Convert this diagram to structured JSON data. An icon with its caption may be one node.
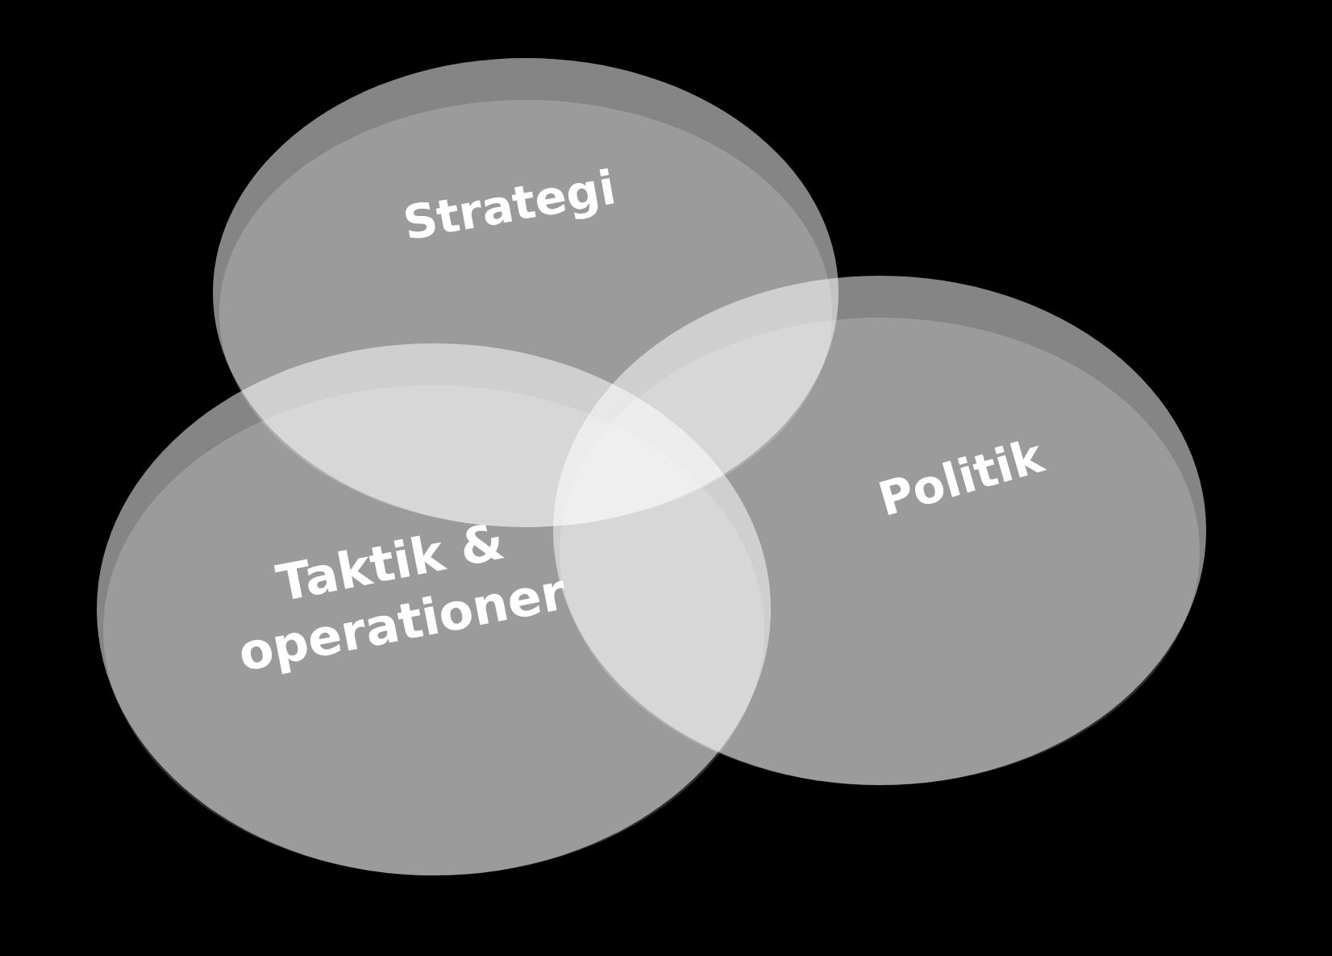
{
  "diagram": {
    "nodes": [
      {
        "text": [
          "Strategi"
        ]
      },
      {
        "text": [
          "Politik"
        ]
      },
      {
        "text": [
          "Taktik & operationer"
        ]
      }
    ]
  }
}
